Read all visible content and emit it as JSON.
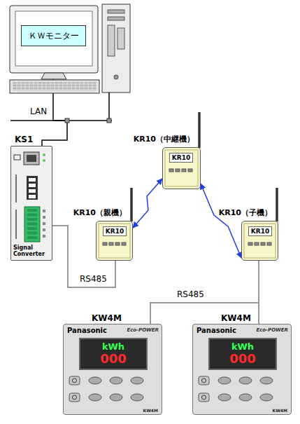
{
  "diagram": {
    "nodes": [
      {
        "text": [
          "ＫＷモニター"
        ]
      },
      {
        "text": [
          "KS1",
          "Signal Converter"
        ]
      },
      {
        "text": [
          "KR10（親機）",
          "KR10"
        ]
      },
      {
        "text": [
          "KR10（中継機）",
          "KR10"
        ]
      },
      {
        "text": [
          "KR10（子機）",
          "KR10"
        ]
      },
      {
        "text": [
          "KW4M",
          "Panasonic",
          "Eco-POWER",
          "kWh",
          "000",
          "KW4M"
        ]
      },
      {
        "text": [
          "KW4M",
          "Panasonic",
          "Eco-POWER",
          "kWh",
          "000",
          "KW4M"
        ]
      }
    ],
    "edges": [
      {
        "from": 0,
        "to": 1,
        "arrow": "none",
        "label": "LAN"
      },
      {
        "from": 1,
        "to": 2,
        "arrow": "none",
        "label": "RS485"
      },
      {
        "from": 2,
        "to": 3,
        "arrow": "both"
      },
      {
        "from": 3,
        "to": 4,
        "arrow": "both"
      },
      {
        "from": 4,
        "to": 5,
        "arrow": "none",
        "label": "RS485"
      },
      {
        "from": 4,
        "to": 6,
        "arrow": "none"
      }
    ]
  }
}
